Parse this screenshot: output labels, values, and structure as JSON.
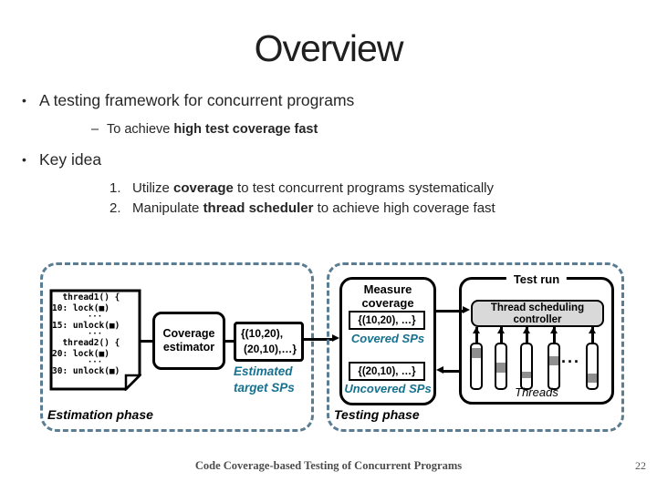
{
  "slide": {
    "title": "Overview",
    "footer": "Code Coverage-based Testing of Concurrent Programs",
    "page_number": "22"
  },
  "content": {
    "bullet_char": "•",
    "dash_char": "–",
    "b1": "A testing framework for concurrent programs",
    "b1_sub": {
      "pre": "To achieve ",
      "bold": "high test coverage fast"
    },
    "b2": "Key idea",
    "items": [
      {
        "num": "1.",
        "pre": "Utilize ",
        "bold": "coverage",
        "post": " to test concurrent programs systematically"
      },
      {
        "num": "2.",
        "pre": "Manipulate ",
        "bold": "thread scheduler",
        "post": " to achieve high coverage fast"
      }
    ]
  },
  "diagram": {
    "estimation_phase": {
      "label": "Estimation phase",
      "code": {
        "lines": [
          "  thread1() {",
          "10: lock(■)",
          "···",
          "15: unlock(■)",
          "···",
          "  thread2() {",
          "20: lock(■)",
          "···",
          "30: unlock(■)"
        ]
      },
      "estimator_label": "Coverage estimator",
      "sp_set": {
        "line1": "{(10,20),",
        "line2": "(20,10),…}"
      },
      "sp_caption": {
        "line1": "Estimated",
        "line2": "target SPs"
      }
    },
    "testing_phase": {
      "label": "Testing phase",
      "measure": {
        "title": "Measure coverage",
        "covered_set": "{(10,20), …}",
        "covered_label": "Covered SPs",
        "uncovered_set": "{(20,10), …}",
        "uncovered_label": "Uncovered SPs"
      },
      "test_run": {
        "title": "Test run",
        "controller": "Thread scheduling controller",
        "ellipsis": "···",
        "threads_label": "Threads"
      }
    },
    "colors": {
      "phase_border": "#5a7d94",
      "accent_text": "#16718f",
      "controller_fill": "#d9d9d9",
      "thread_segment": "#8f8f8f"
    }
  }
}
